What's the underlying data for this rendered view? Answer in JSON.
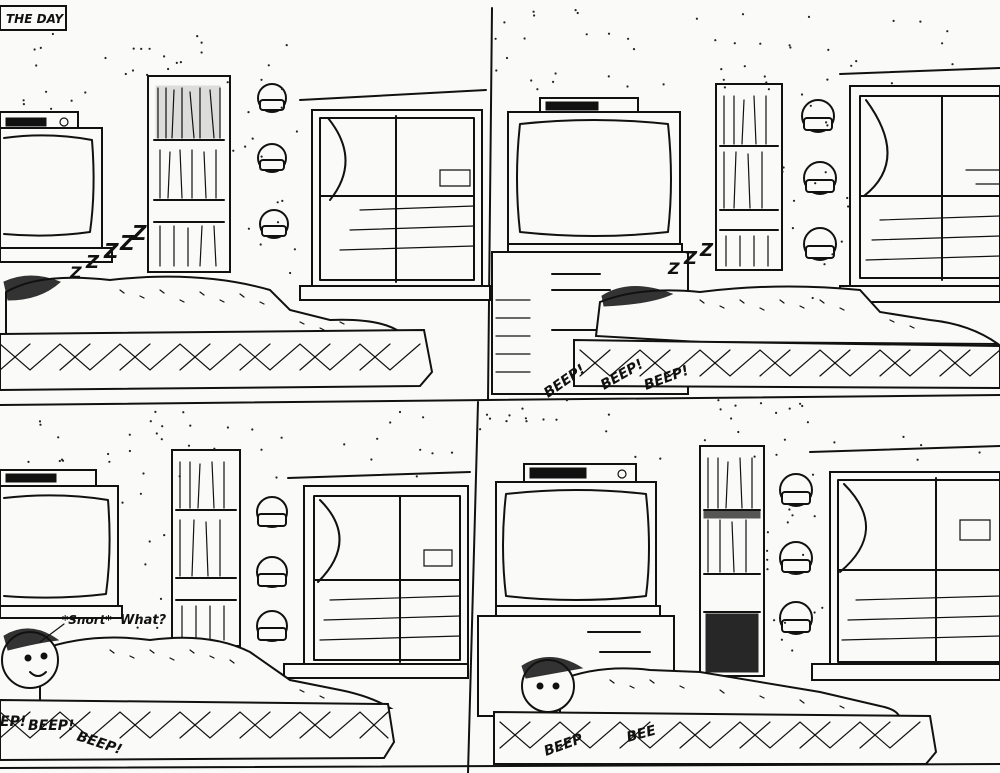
{
  "title_box": {
    "text": "THE DAY"
  },
  "panels": [
    {
      "id": "panel-1",
      "sfx": [
        "Z",
        "Z",
        "Z",
        "Z",
        "Z"
      ]
    },
    {
      "id": "panel-2",
      "sfx": [
        "Z",
        "Z",
        "Z"
      ],
      "alarm": [
        "BEEP!",
        "BEEP!",
        "BEEP!"
      ]
    },
    {
      "id": "panel-3",
      "speech": [
        "*Snort*",
        "What?"
      ],
      "alarm": [
        "EP!",
        "BEEP!",
        "BEEP!"
      ]
    },
    {
      "id": "panel-4",
      "alarm": [
        "BEEP",
        "BEE"
      ]
    }
  ]
}
